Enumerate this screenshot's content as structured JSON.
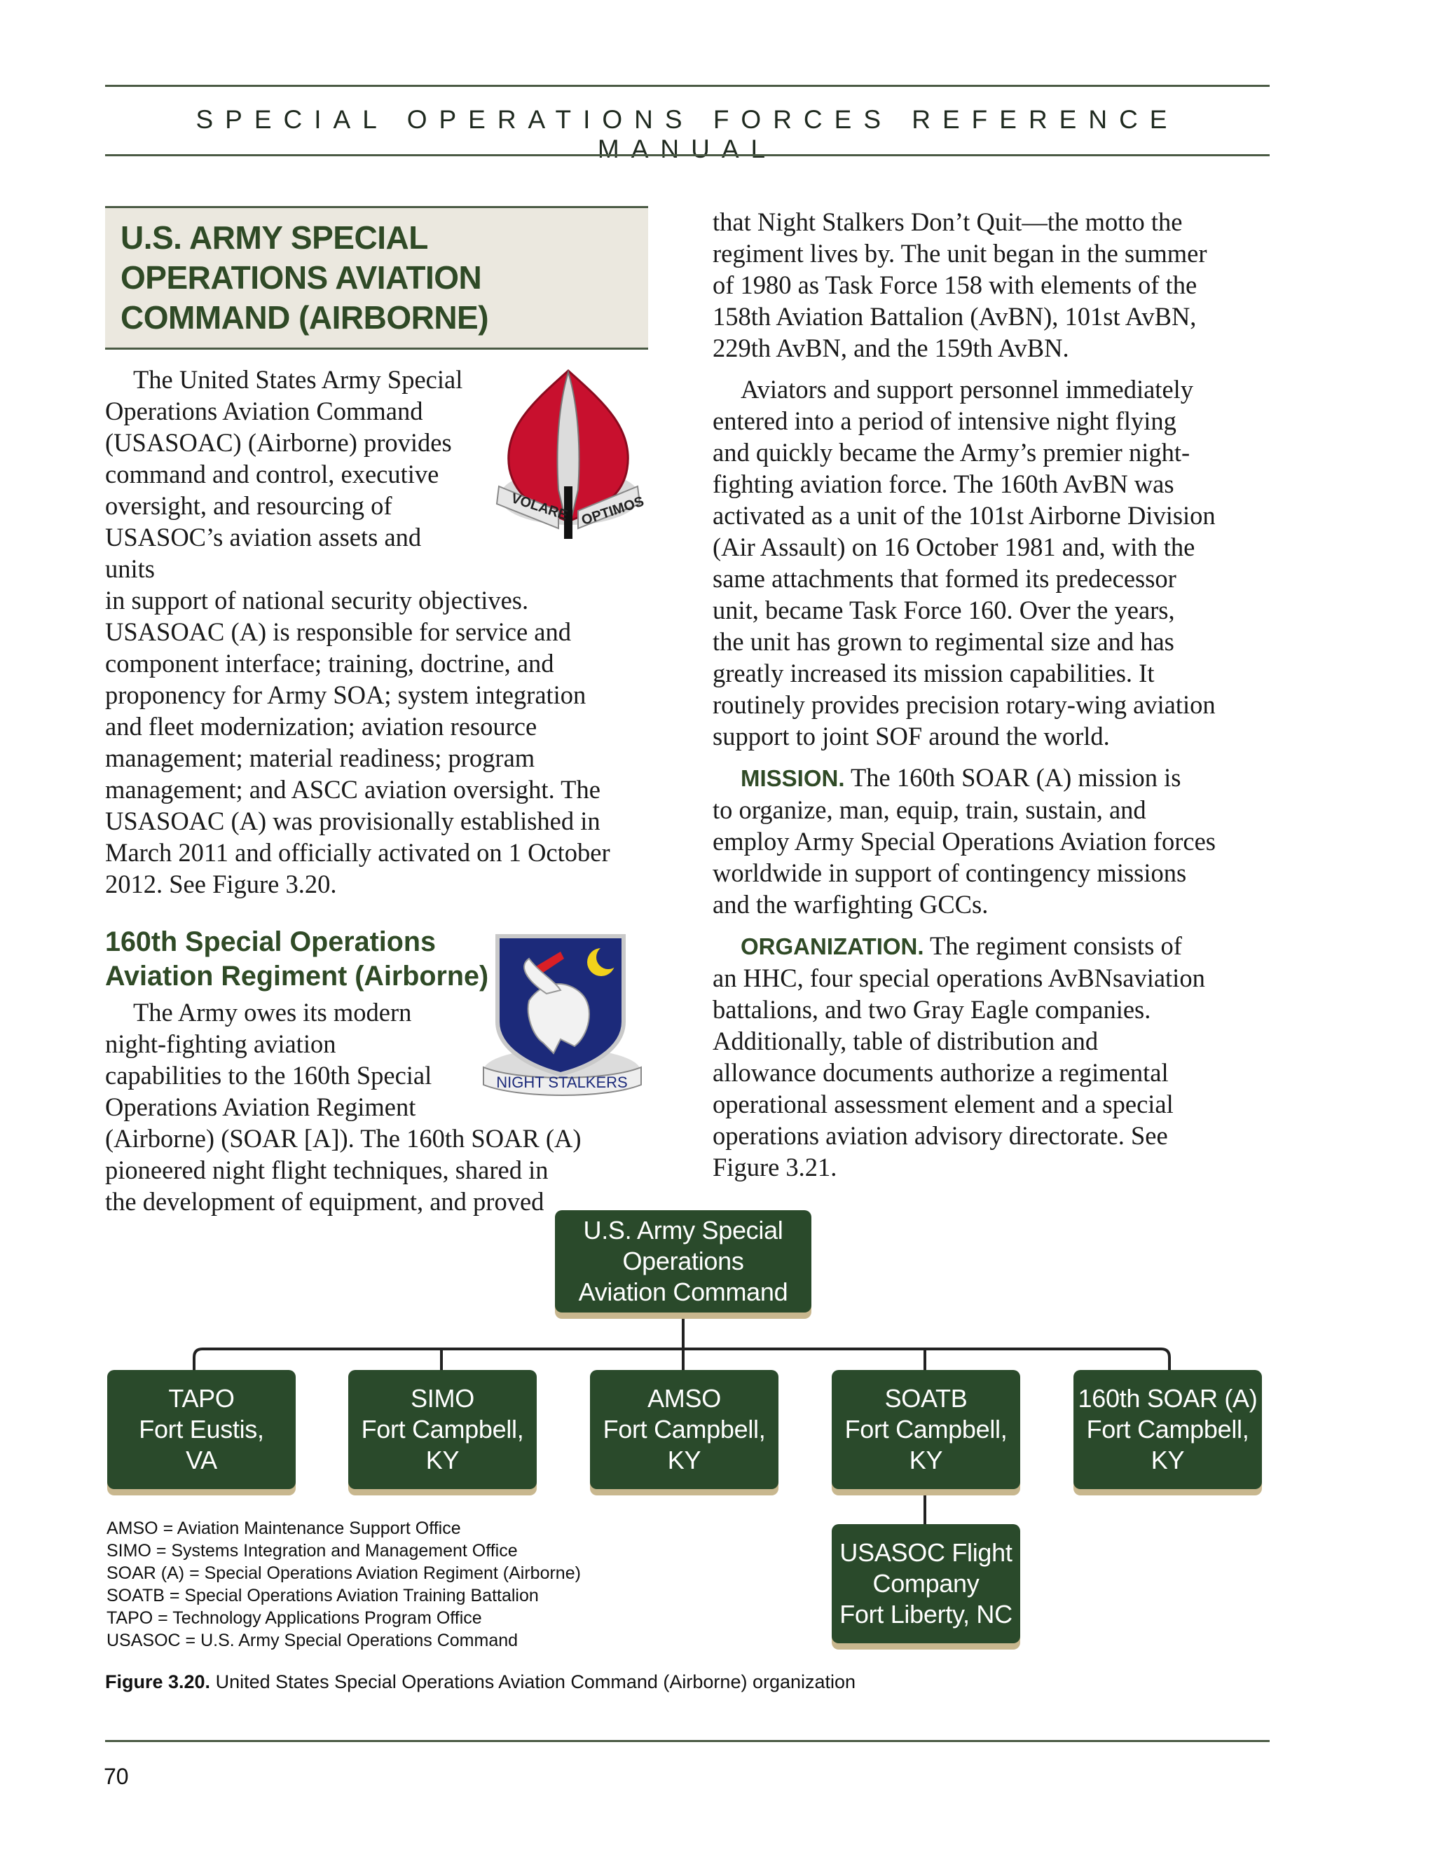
{
  "header": {
    "running_title": "SPECIAL OPERATIONS FORCES REFERENCE MANUAL"
  },
  "section": {
    "title_lines": [
      "U.S. ARMY SPECIAL",
      "OPERATIONS AVIATION",
      "COMMAND (AIRBORNE)"
    ],
    "intro_lines": [
      "The United States Army Special",
      "Operations Aviation Command",
      "(USASOAC) (Airborne) provides",
      "command and control, executive",
      "oversight, and resourcing of",
      "USASOC’s aviation assets and units",
      "in support of national security objectives.",
      "USASOAC (A) is responsible for service and",
      "component interface; training, doctrine, and",
      "proponency for Army SOA; system integration",
      "and fleet modernization; aviation resource",
      "management; material readiness; program",
      "management; and ASCC aviation oversight. The",
      "USASOAC (A) was provisionally established in",
      "March 2011 and officially activated on 1 October",
      "2012. See Figure 3.20."
    ],
    "crest_motto_left": "VOLARE",
    "crest_motto_right": "OPTIMOS"
  },
  "subsection": {
    "title_lines": [
      "160th Special Operations",
      "Aviation Regiment (Airborne)"
    ],
    "crest_banner": "NIGHT STALKERS",
    "para1_lines": [
      "The Army owes its modern",
      "night-fighting aviation",
      "capabilities to the 160th Special",
      "Operations Aviation Regiment",
      "(Airborne) (SOAR [A]). The 160th SOAR (A)",
      "pioneered night flight techniques, shared in",
      "the development of equipment, and proved"
    ],
    "para1_cont_lines": [
      "that Night Stalkers Don’t Quit—the motto the",
      "regiment lives by. The unit began in the summer",
      "of 1980 as Task Force 158 with elements of the",
      "158th Aviation Battalion (AvBN), 101st AvBN,",
      "229th AvBN, and the 159th AvBN."
    ],
    "para2_lines": [
      "Aviators and support personnel immediately",
      "entered into a period of intensive night flying",
      "and quickly became the Army’s premier night-",
      "fighting aviation force. The 160th AvBN was",
      "activated as a unit of the 101st Airborne Division",
      "(Air Assault) on 16 October 1981 and, with the",
      "same attachments that formed its predecessor",
      "unit, became Task Force 160. Over the years,",
      "the unit has grown to regimental size and has",
      "greatly increased its mission capabilities. It",
      "routinely provides precision rotary-wing aviation",
      "support to joint SOF around the world."
    ],
    "mission_label": "MISSION.",
    "mission_lines": [
      " The 160th SOAR (A) mission is",
      "to organize, man, equip, train, sustain, and",
      "employ Army Special Operations Aviation forces",
      "worldwide in support of contingency missions",
      "and the warfighting GCCs."
    ],
    "organization_label": "ORGANIZATION.",
    "organization_lines": [
      " The regiment consists of",
      "an HHC, four special operations AvBNsaviation",
      "battalions, and two Gray Eagle companies.",
      "Additionally, table of distribution and",
      "allowance documents authorize a regimental",
      "operational assessment element and a special",
      "operations aviation advisory directorate. See",
      "Figure 3.21."
    ]
  },
  "org_chart": {
    "top": [
      "U.S. Army Special",
      "Operations",
      "Aviation Command"
    ],
    "units": [
      [
        "TAPO",
        "Fort Eustis,",
        "VA"
      ],
      [
        "SIMO",
        "Fort Campbell,",
        "KY"
      ],
      [
        "AMSO",
        "Fort Campbell,",
        "KY"
      ],
      [
        "SOATB",
        "Fort Campbell,",
        "KY"
      ],
      [
        "160th SOAR (A)",
        "Fort Campbell,",
        "KY"
      ]
    ],
    "sub_unit": [
      "USASOC Flight",
      "Company",
      "Fort Liberty, NC"
    ],
    "legend": [
      "AMSO = Aviation Maintenance Support Office",
      "SIMO = Systems Integration and Management Office",
      "SOAR (A) = Special Operations Aviation Regiment (Airborne)",
      "SOATB = Special Operations Aviation Training Battalion",
      "TAPO = Technology Applications Program Office",
      "USASOC = U.S. Army Special Operations Command"
    ]
  },
  "figure": {
    "label": "Figure 3.20.",
    "caption": " United States Special Operations Aviation Command (Airborne) organization"
  },
  "footer": {
    "page_number": "70"
  },
  "colors": {
    "accent_green": "#2f4a26",
    "box_green": "#2a4a2b",
    "box_shadow_tan": "#c8b78e",
    "title_box_bg": "#ebe8df"
  }
}
